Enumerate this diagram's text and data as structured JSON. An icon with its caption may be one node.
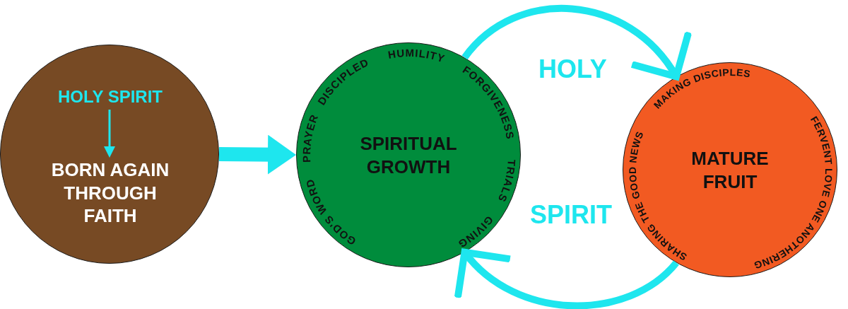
{
  "diagram": {
    "nodes": [
      {
        "text": [],
        "shape": "circle"
      },
      {
        "text": [
          "HOLY SPIRIT"
        ],
        "in": 0
      },
      {
        "text": [
          "BORN AGAIN THROUGH FAITH"
        ],
        "in": 0
      },
      {
        "text": [
          "SPIRITUAL GROWTH",
          "GOD'S WORD",
          "PRAYER",
          "DISCIPLED",
          "HUMILITY",
          "FORGIVENESS",
          "TRIALS",
          "GIVING"
        ]
      },
      {
        "text": [
          "MATURE FRUIT",
          "SHARING THE GOOD NEWS",
          "MAKING DISCIPLES",
          "FERVENT LOVE ONE ANOTHERING"
        ]
      }
    ],
    "edges": [
      {
        "from": 1,
        "to": 2,
        "arrow": "to"
      },
      {
        "from": 0,
        "to": 3,
        "arrow": "to",
        "style": "thick"
      },
      {
        "from": 3,
        "to": 4,
        "arrow": "to"
      },
      {
        "from": 4,
        "to": 3,
        "arrow": "to"
      }
    ],
    "labels": [
      "HOLY",
      "SPIRIT"
    ]
  }
}
